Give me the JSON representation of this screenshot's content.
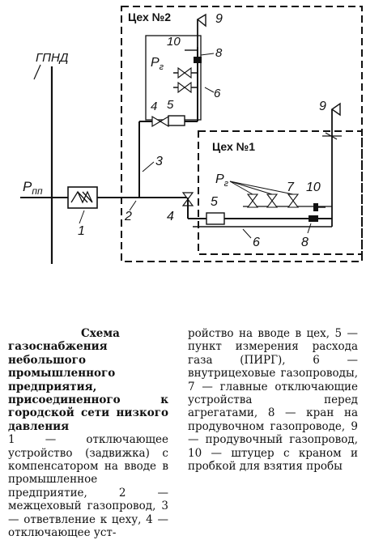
{
  "diagram": {
    "gpnd_label": "ГПНД",
    "workshop2_label": "Цех №2",
    "workshop1_label": "Цех №1",
    "pressure_main": "P",
    "pressure_main_sub": "пп",
    "pressure_burner": "P",
    "pressure_burner_sub": "г",
    "numbers": {
      "n1": "1",
      "n2": "2",
      "n3": "3",
      "n4a": "4",
      "n4b": "4",
      "n5a": "5",
      "n5b": "5",
      "n6a": "6",
      "n6b": "6",
      "n7": "7",
      "n8a": "8",
      "n8b": "8",
      "n9a": "9",
      "n9b": "9",
      "n10a": "10",
      "n10b": "10"
    }
  },
  "caption": {
    "title": "Схема газоснабжения небольшого промышленного предприятия, присоединенного к городской сети низкого давления",
    "legend_left": "1 — отключающее устройство (задвижка) с компенсатором на вводе в промышленное предприятие, 2 — межцеховый газопровод, 3 — ответвление к цеху, 4 — отключающее уст-",
    "legend_right": "ройство на вводе в цех, 5 — пункт измерения расхода газа (ПИРГ), 6 — внутрицеховые газопроводы, 7 — главные отключающие устройства перед агрегатами, 8 — кран на продувочном газопроводе, 9 — продувочный газопровод, 10 — штуцер с краном и пробкой для взятия пробы"
  }
}
